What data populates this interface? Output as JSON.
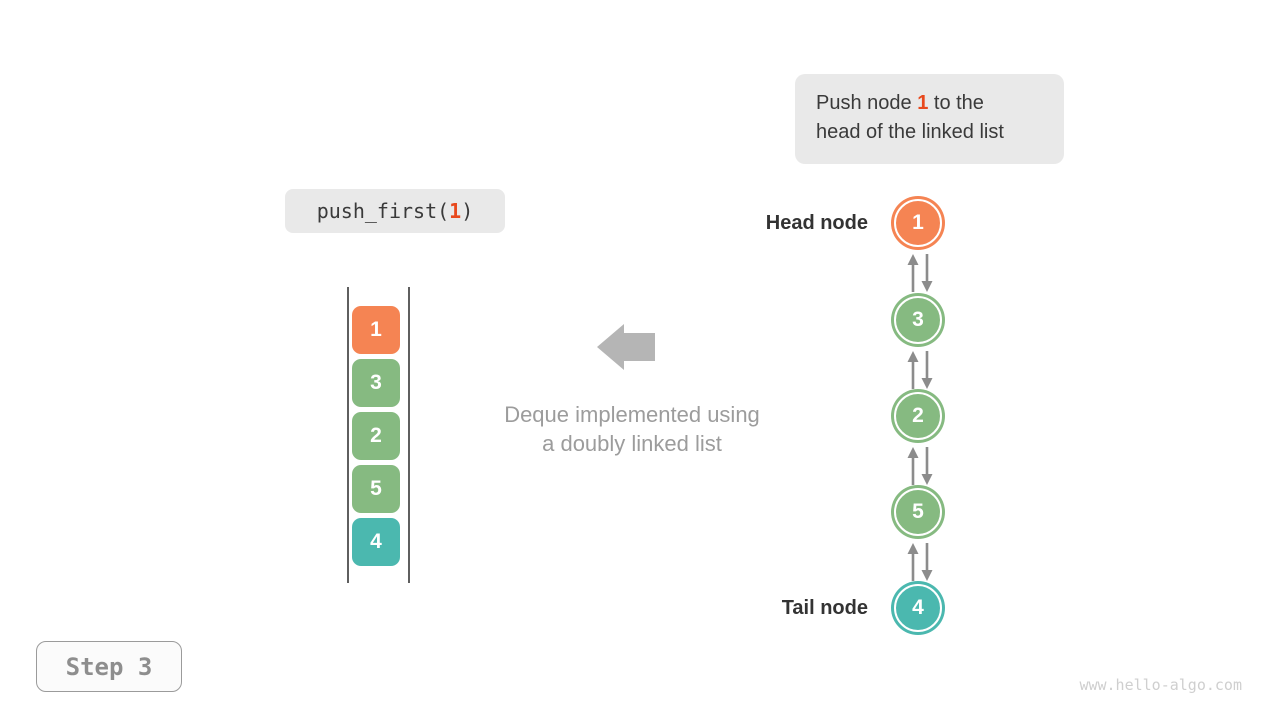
{
  "palette": {
    "orange": "#F58453",
    "green": "#86BA81",
    "teal": "#4BB8AF",
    "highlight": "#E8491D",
    "gray_arrow": "#B5B5B5",
    "connector_gray": "#8C8C8C"
  },
  "callout": {
    "line1_pre": "Push node ",
    "line1_num": "1",
    "line1_post": " to the",
    "line2": "head of the linked list"
  },
  "code": {
    "pre": "push_first(",
    "num": "1",
    "post": ")"
  },
  "stack": {
    "items": [
      {
        "value": "1",
        "color": "#F58453"
      },
      {
        "value": "3",
        "color": "#86BA81"
      },
      {
        "value": "2",
        "color": "#86BA81"
      },
      {
        "value": "5",
        "color": "#86BA81"
      },
      {
        "value": "4",
        "color": "#4BB8AF"
      }
    ]
  },
  "caption": {
    "line1": "Deque implemented using",
    "line2": "a doubly linked list"
  },
  "labels": {
    "head": "Head node",
    "tail": "Tail node"
  },
  "list": {
    "nodes": [
      {
        "value": "1",
        "color": "#F58453"
      },
      {
        "value": "3",
        "color": "#86BA81"
      },
      {
        "value": "2",
        "color": "#86BA81"
      },
      {
        "value": "5",
        "color": "#86BA81"
      },
      {
        "value": "4",
        "color": "#4BB8AF"
      }
    ]
  },
  "step": {
    "label": "Step 3"
  },
  "watermark": "www.hello-algo.com"
}
